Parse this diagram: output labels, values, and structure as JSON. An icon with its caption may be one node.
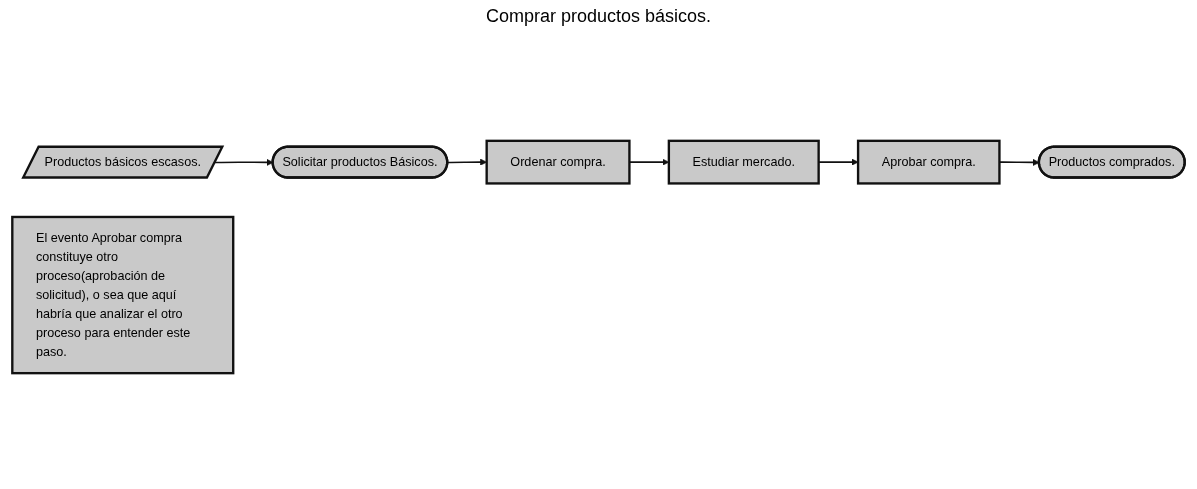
{
  "diagram": {
    "nodes": [
      {
        "text": [
          "Productos básicos escasos."
        ]
      },
      {
        "text": [
          "Solicitar productos Básicos."
        ]
      },
      {
        "text": [
          "Ordenar compra."
        ]
      },
      {
        "text": [
          "Estudiar mercado."
        ]
      },
      {
        "text": [
          "Aprobar compra."
        ]
      },
      {
        "text": [
          "Productos comprados."
        ]
      },
      {
        "text": [
          "El evento Aprobar compra constituye otro proceso(aprobación de solicitud), o sea que aquí habría que analizar el otro proceso para entender este paso."
        ]
      }
    ],
    "edges": [
      {
        "from": 0,
        "to": 1,
        "arrow": "to"
      },
      {
        "from": 1,
        "to": 2,
        "arrow": "to"
      },
      {
        "from": 2,
        "to": 3,
        "arrow": "to"
      },
      {
        "from": 3,
        "to": 4,
        "arrow": "to"
      },
      {
        "from": 4,
        "to": 5,
        "arrow": "to"
      }
    ],
    "labels": [
      "Comprar productos básicos."
    ]
  }
}
